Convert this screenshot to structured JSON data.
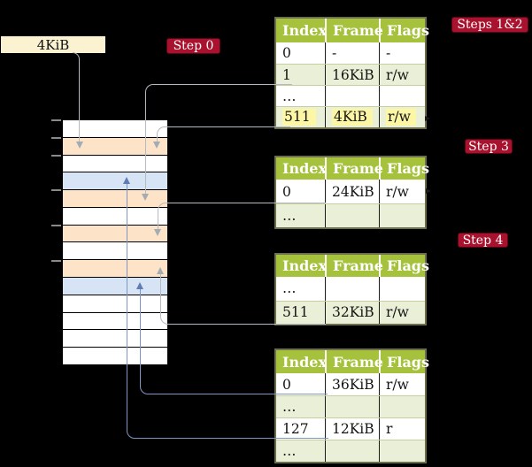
{
  "cr3_box": {
    "label": "4KiB"
  },
  "badges": [
    {
      "id": "step0",
      "label": "Step 0"
    },
    {
      "id": "steps12",
      "label": "Steps 1&2"
    },
    {
      "id": "step3",
      "label": "Step 3"
    },
    {
      "id": "step4",
      "label": "Step 4"
    }
  ],
  "tables": [
    {
      "name": "page-table-level-4",
      "columns": [
        "Index",
        "Frame",
        "Flags"
      ],
      "rows": [
        {
          "cells": [
            "0",
            "-",
            "-"
          ],
          "shaded": false,
          "highlight": false
        },
        {
          "cells": [
            "1",
            "16KiB",
            "r/w"
          ],
          "shaded": true,
          "highlight": false
        },
        {
          "cells": [
            "…",
            "",
            ""
          ],
          "shaded": false,
          "highlight": false
        },
        {
          "cells": [
            "511",
            "4KiB",
            "r/w"
          ],
          "shaded": true,
          "highlight": true
        }
      ]
    },
    {
      "name": "page-table-level-3",
      "columns": [
        "Index",
        "Frame",
        "Flags"
      ],
      "rows": [
        {
          "cells": [
            "0",
            "24KiB",
            "r/w"
          ],
          "shaded": false,
          "highlight": false
        },
        {
          "cells": [
            "…",
            "",
            ""
          ],
          "shaded": true,
          "highlight": false
        }
      ]
    },
    {
      "name": "page-table-level-2",
      "columns": [
        "Index",
        "Frame",
        "Flags"
      ],
      "rows": [
        {
          "cells": [
            "…",
            "",
            ""
          ],
          "shaded": false,
          "highlight": false
        },
        {
          "cells": [
            "511",
            "32KiB",
            "r/w"
          ],
          "shaded": true,
          "highlight": false
        }
      ]
    },
    {
      "name": "page-table-level-1",
      "columns": [
        "Index",
        "Frame",
        "Flags"
      ],
      "rows": [
        {
          "cells": [
            "0",
            "36KiB",
            "r/w"
          ],
          "shaded": false,
          "highlight": false
        },
        {
          "cells": [
            "…",
            "",
            ""
          ],
          "shaded": true,
          "highlight": false
        },
        {
          "cells": [
            "127",
            "12KiB",
            "r"
          ],
          "shaded": false,
          "highlight": false
        },
        {
          "cells": [
            "…",
            "",
            ""
          ],
          "shaded": true,
          "highlight": false
        }
      ]
    }
  ],
  "memory": {
    "rows": [
      "free",
      "table",
      "free",
      "page",
      "table",
      "free",
      "table",
      "free",
      "table",
      "page",
      "free",
      "free",
      "free",
      "free"
    ]
  },
  "colors": {
    "badge_red": "#a8122e",
    "header_green": "#a6c23c",
    "row_green": "#eaf0d8",
    "row_white": "#ffffff",
    "highlight_yellow": "#fdf6a4",
    "frame_table_orange": "#fde4c9",
    "frame_page_blue": "#d7e4f5",
    "cr3_box_cream": "#fbf2d2",
    "line_gray": "#b5bac0",
    "line_blue": "#7e96c3"
  }
}
